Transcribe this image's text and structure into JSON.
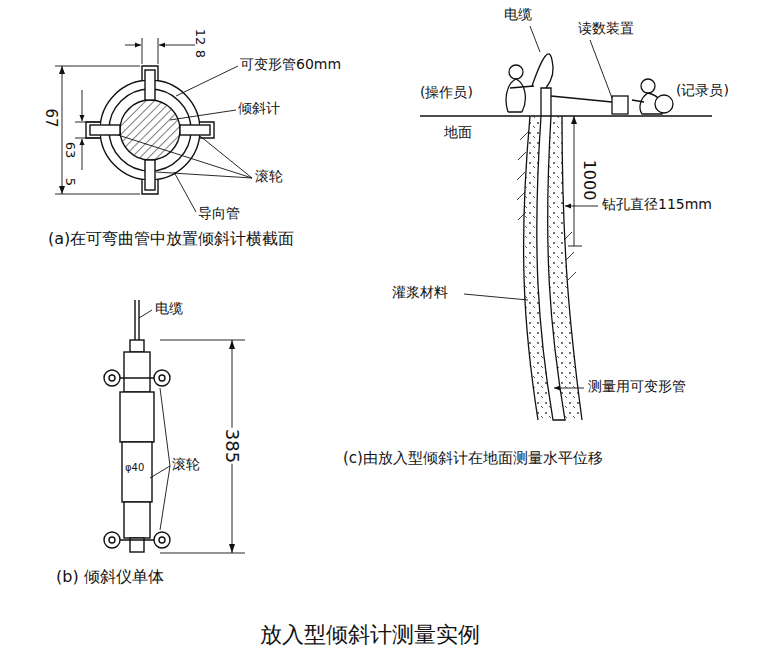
{
  "diagram": {
    "caption": "放入型倾斜计测量实例",
    "labels": [
      "12",
      "8",
      "67",
      "63",
      "5",
      "可变形管60mm",
      "倾斜计",
      "滚轮",
      "导向管",
      "(a)在可弯曲管中放置倾斜计横截面",
      "电缆",
      "滚轮",
      "φ40",
      "385",
      "(b) 倾斜仪单体",
      "电缆",
      "读数装置",
      "(操作员)",
      "(记录员)",
      "地面",
      "1000",
      "钻孔直径115mm",
      "灌浆材料",
      "测量用可变形管",
      "(c)由放入型倾斜计在地面测量水平位移"
    ]
  }
}
